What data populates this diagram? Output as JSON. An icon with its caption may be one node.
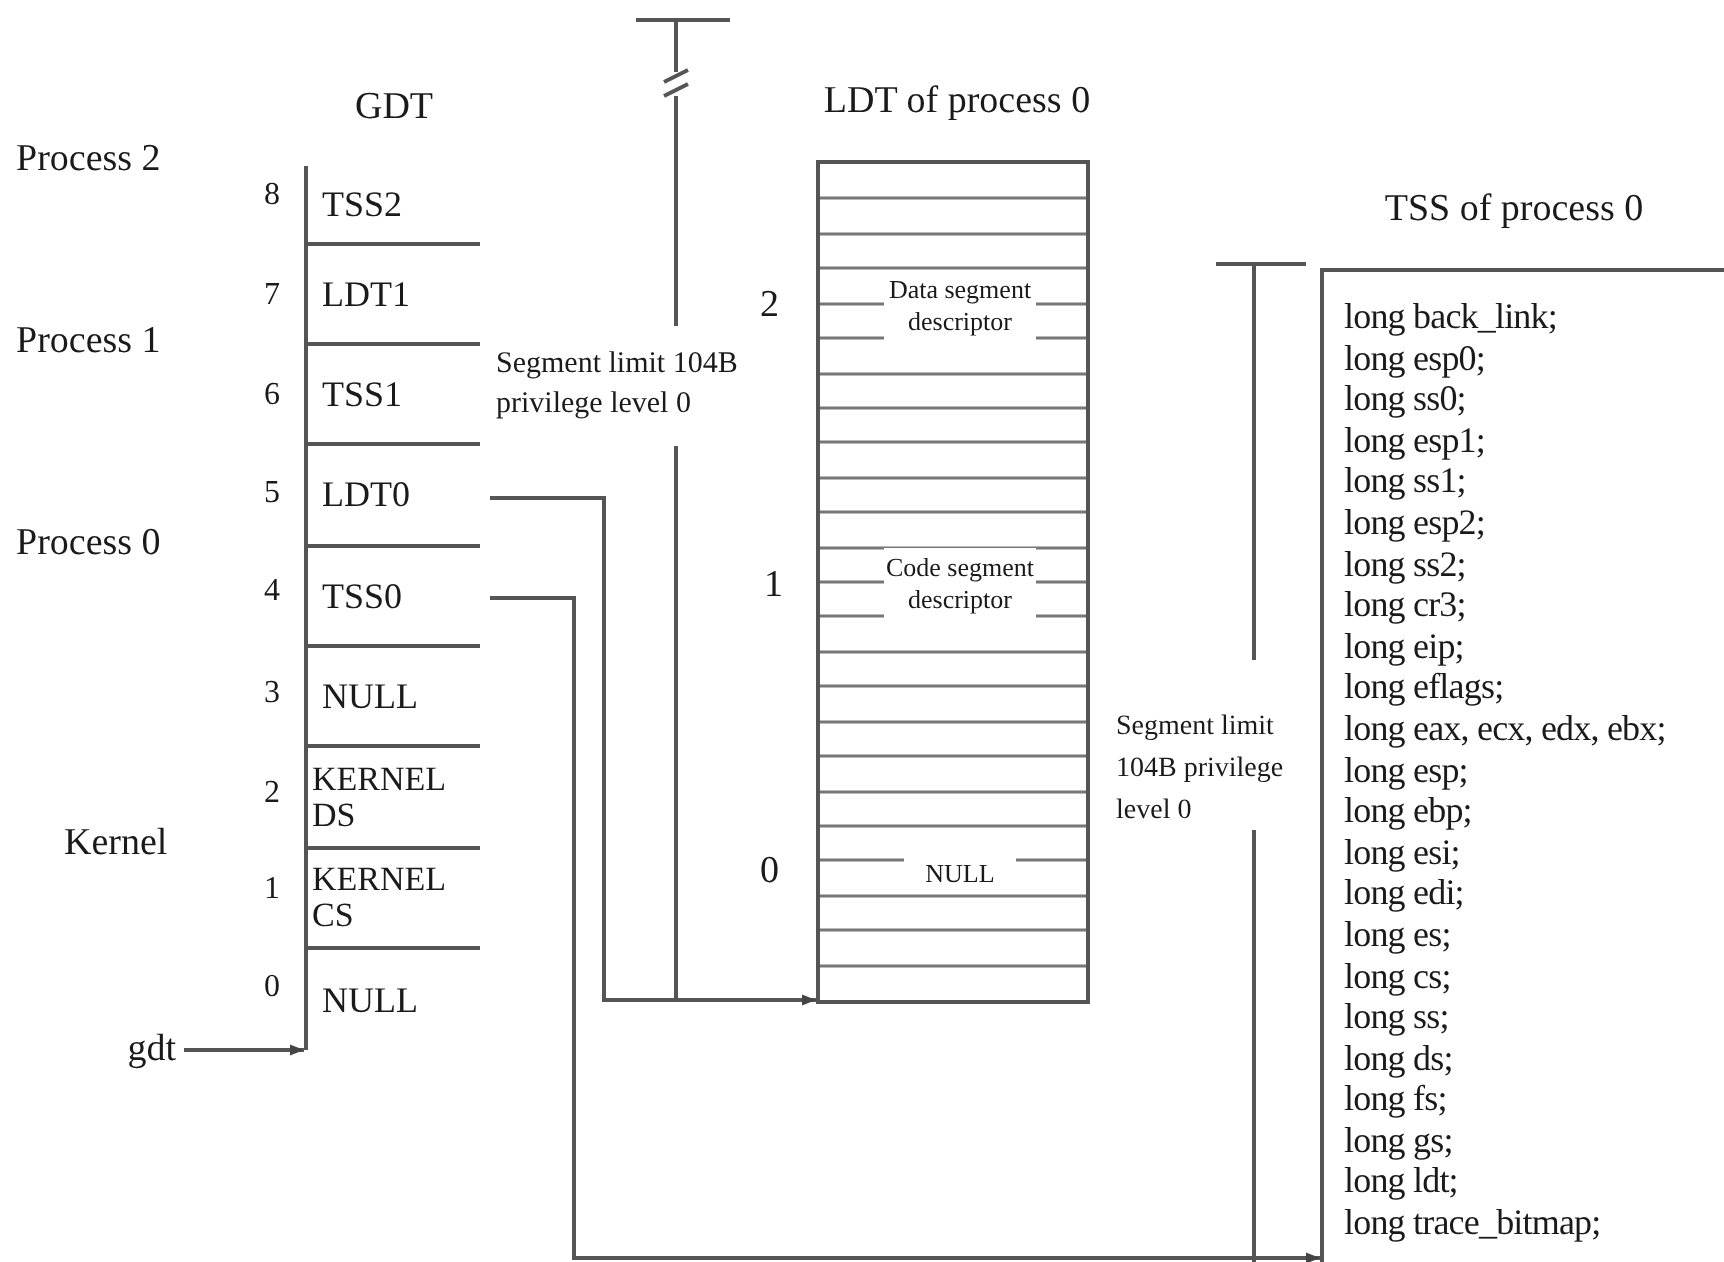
{
  "diagram": {
    "nodes": [
      {
        "text": [
          "GDT"
        ]
      },
      {
        "text": [
          "TSS2"
        ],
        "in": 0,
        "beside": [
          "8"
        ]
      },
      {
        "text": [
          "LDT1"
        ],
        "in": 0,
        "beside": [
          "7"
        ]
      },
      {
        "text": [
          "TSS1"
        ],
        "in": 0,
        "beside": [
          "6"
        ]
      },
      {
        "text": [
          "LDT0"
        ],
        "in": 0,
        "beside": [
          "5"
        ]
      },
      {
        "text": [
          "TSS0"
        ],
        "in": 0,
        "beside": [
          "4"
        ]
      },
      {
        "text": [
          "NULL"
        ],
        "in": 0,
        "beside": [
          "3"
        ]
      },
      {
        "text": [
          "KERNEL DS"
        ],
        "in": 0,
        "beside": [
          "2"
        ]
      },
      {
        "text": [
          "KERNEL CS"
        ],
        "in": 0,
        "beside": [
          "1"
        ]
      },
      {
        "text": [
          "NULL"
        ],
        "in": 0,
        "beside": [
          "0"
        ]
      },
      {
        "text": [
          "LDT of process 0"
        ]
      },
      {
        "text": [
          "Data segment descriptor"
        ],
        "in": 10,
        "beside": [
          "2"
        ]
      },
      {
        "text": [
          "Code segment descriptor"
        ],
        "in": 10,
        "beside": [
          "1"
        ]
      },
      {
        "text": [
          "NULL"
        ],
        "in": 10,
        "beside": [
          "0"
        ]
      },
      {
        "text": [
          "TSS of process 0",
          "long back_link;",
          "long esp0;",
          "long ss0;",
          "long esp1;",
          "long ss1;",
          "long esp2;",
          "long ss2;",
          "long cr3;",
          "long eip;",
          "long eflags;",
          "long eax, ecx, edx, ebx;",
          "long esp;",
          "long ebp;",
          "long esi;",
          "long edi;",
          "long es;",
          "long cs;",
          "long ss;",
          "long ds;",
          "long fs;",
          "long gs;",
          "long ldt;",
          "long trace_bitmap;"
        ]
      },
      {
        "text": [
          "gdt"
        ]
      }
    ],
    "edges": [
      {
        "from": 15,
        "to": 0,
        "arrow": "to"
      },
      {
        "from": 4,
        "to": 10,
        "arrow": "to"
      },
      {
        "from": 5,
        "to": 14,
        "arrow": "to"
      }
    ],
    "labels": [
      "Process 2",
      "Process 1",
      "Segment limit 104B privilege level 0",
      "Process 0",
      "Segment limit 104B privilege level 0",
      "Kernel"
    ]
  }
}
